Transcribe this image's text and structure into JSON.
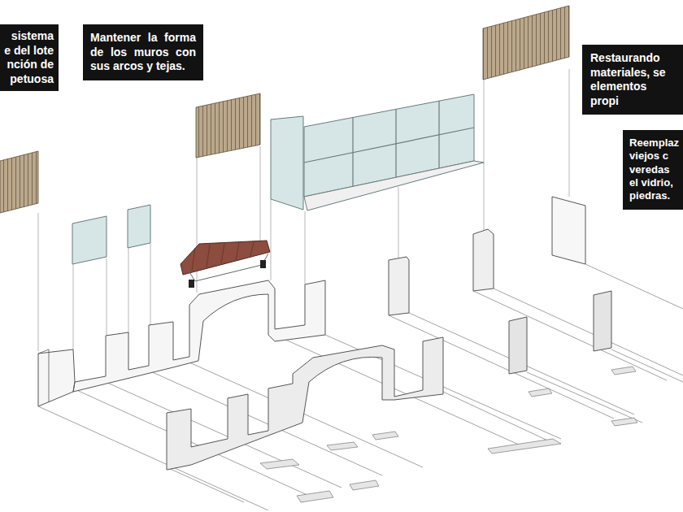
{
  "diagram": {
    "nodes": [
      {
        "text": [
          "sistema e del lote nción de petuosa"
        ]
      },
      {
        "text": [
          "Mantener la forma de los muros con sus arcos y tejas."
        ]
      },
      {
        "text": [
          "Restaurando materiales, se elementos propi"
        ]
      },
      {
        "text": [
          "Reemplaz viejos c veredas el vidrio, piedras."
        ]
      }
    ]
  }
}
